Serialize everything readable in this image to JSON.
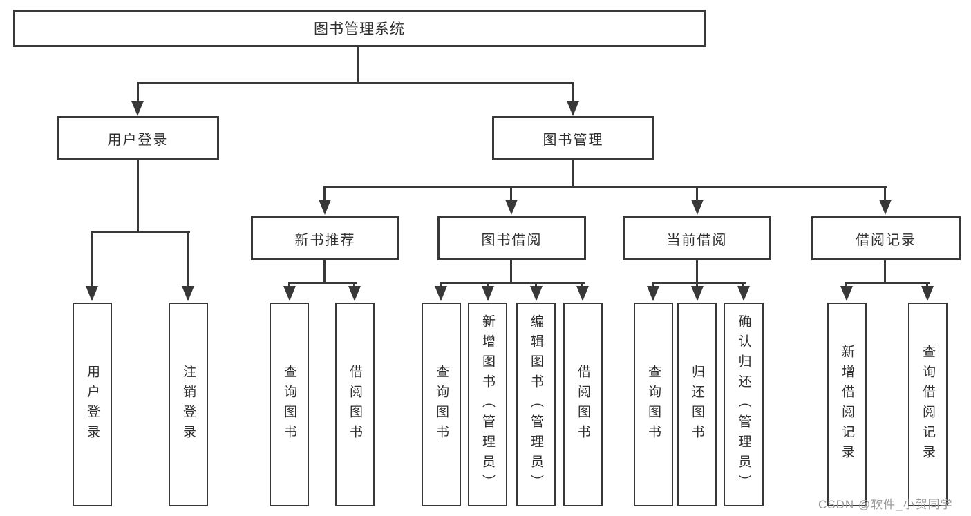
{
  "diagram": {
    "title": "图书管理系统",
    "root": {
      "label": "图书管理系统"
    },
    "level2": [
      {
        "label": "用户登录"
      },
      {
        "label": "图书管理"
      }
    ],
    "level3": [
      {
        "label": "新书推荐"
      },
      {
        "label": "图书借阅"
      },
      {
        "label": "当前借阅"
      },
      {
        "label": "借阅记录"
      }
    ],
    "leaves": {
      "user_login": [
        "用户登录",
        "注销登录"
      ],
      "new_books": [
        "查询图书",
        "借阅图书"
      ],
      "book_borrow": [
        "查询图书",
        "新增图书（管理员）",
        "编辑图书（管理员）",
        "借阅图书"
      ],
      "current_borrow": [
        "查询图书",
        "归还图书",
        "确认归还（管理员）"
      ],
      "borrow_records": [
        "新增借阅记录",
        "查询借阅记录"
      ]
    }
  },
  "watermark": {
    "text": "CSDN @软件_小贺同学"
  },
  "colors": {
    "line": "#383838",
    "box_border": "#383838",
    "text": "#2f2f2f",
    "watermark": "#9a9a9a",
    "background": "#ffffff"
  }
}
